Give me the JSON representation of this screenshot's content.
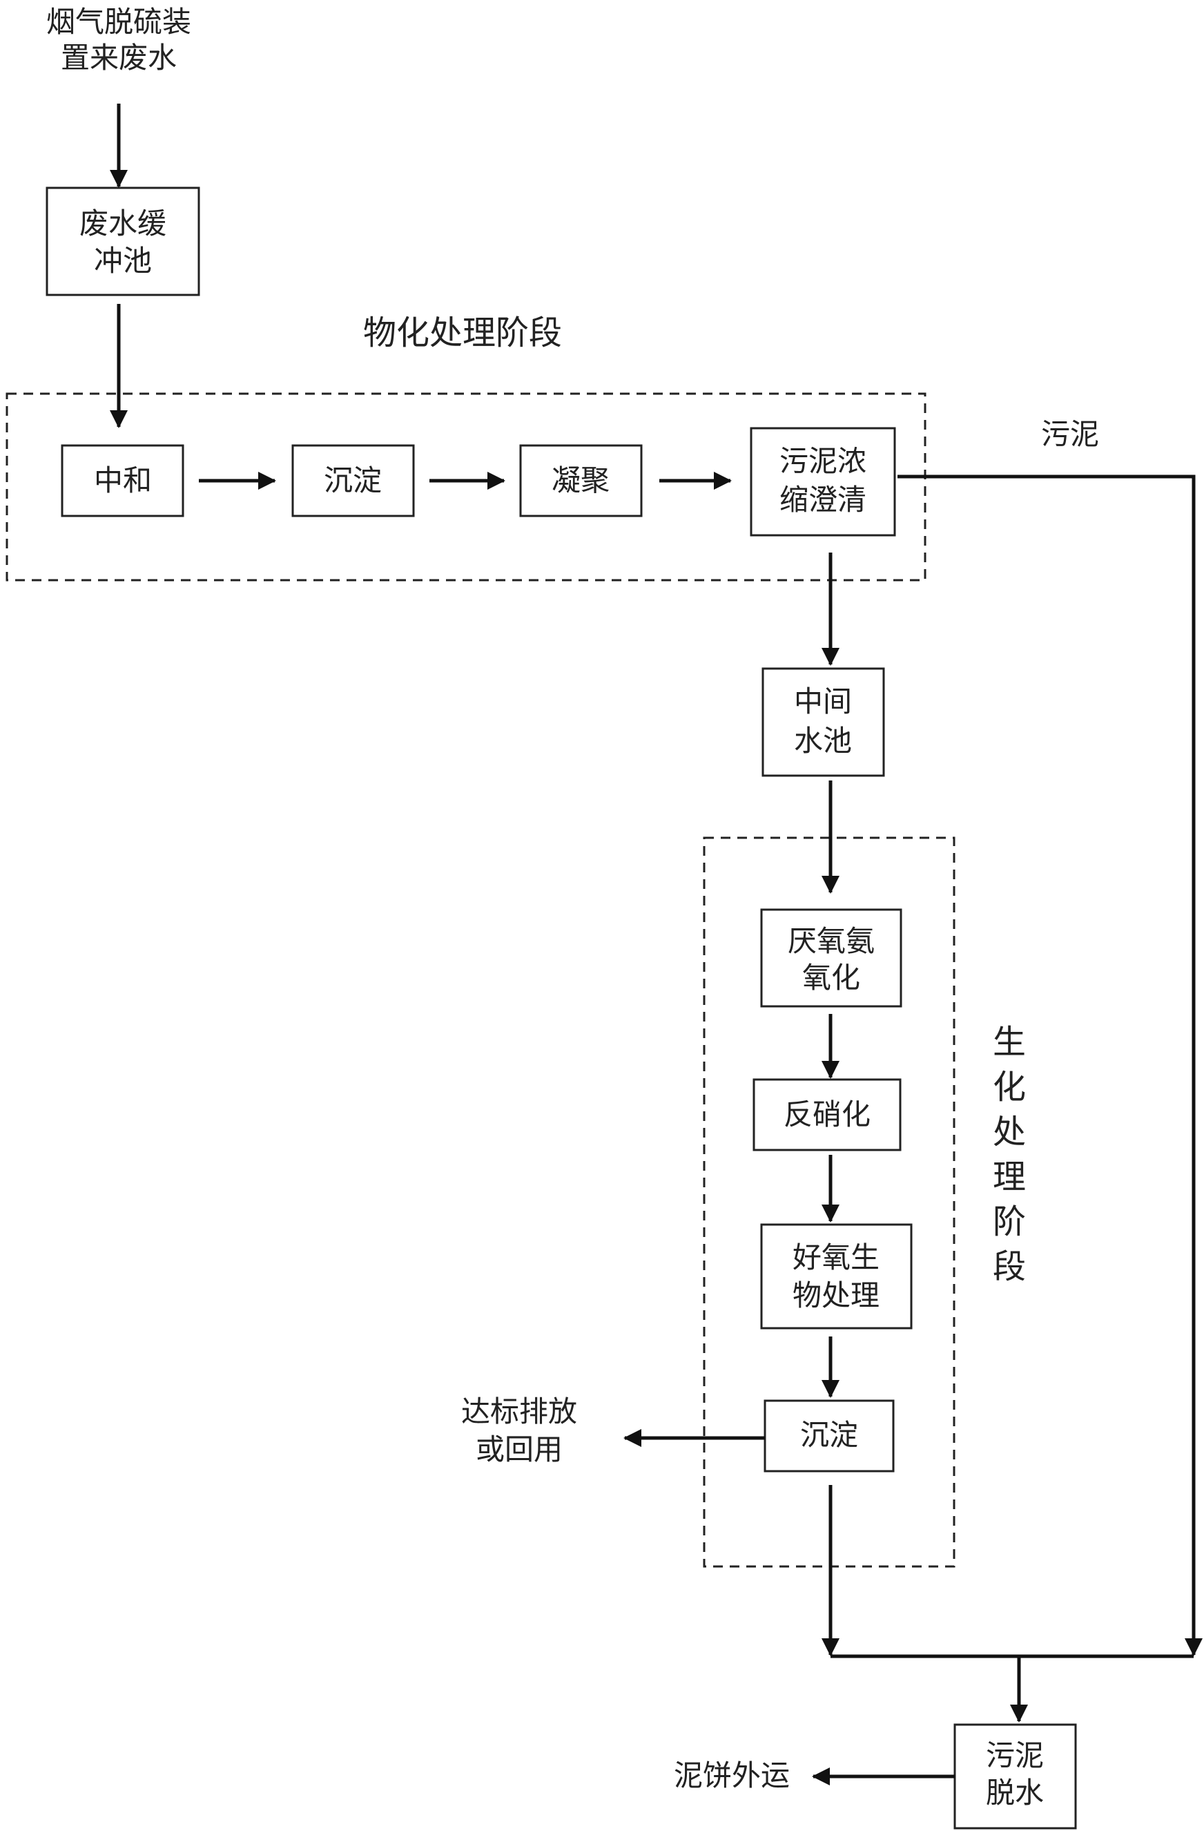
{
  "source_label": [
    "烟气脱硫装",
    "置来废水"
  ],
  "stage_physchem_label": "物化处理阶段",
  "stage_bio_label": [
    "生",
    "化",
    "处",
    "理",
    "阶",
    "段"
  ],
  "nodes": {
    "buffer_tank": [
      "废水缓",
      "冲池"
    ],
    "neutralize": [
      "中和"
    ],
    "settle_1": [
      "沉淀"
    ],
    "coagulate": [
      "凝聚"
    ],
    "thicken_clarify": [
      "污泥浓",
      "缩澄清"
    ],
    "mid_tank": [
      "中间",
      "水池"
    ],
    "anammox": [
      "厌氧氨",
      "氧化"
    ],
    "denitrify": [
      "反硝化"
    ],
    "aerobic": [
      "好氧生",
      "物处理"
    ],
    "settle_2": [
      "沉淀"
    ],
    "dewater": [
      "污泥",
      "脱水"
    ]
  },
  "outputs": {
    "sludge_label": "污泥",
    "discharge_label": [
      "达标排放",
      "或回用"
    ],
    "cake_label": "泥饼外运"
  },
  "colors": {
    "line": "#111111",
    "box_stroke": "#222222",
    "text": "#222222",
    "background": "#ffffff"
  }
}
